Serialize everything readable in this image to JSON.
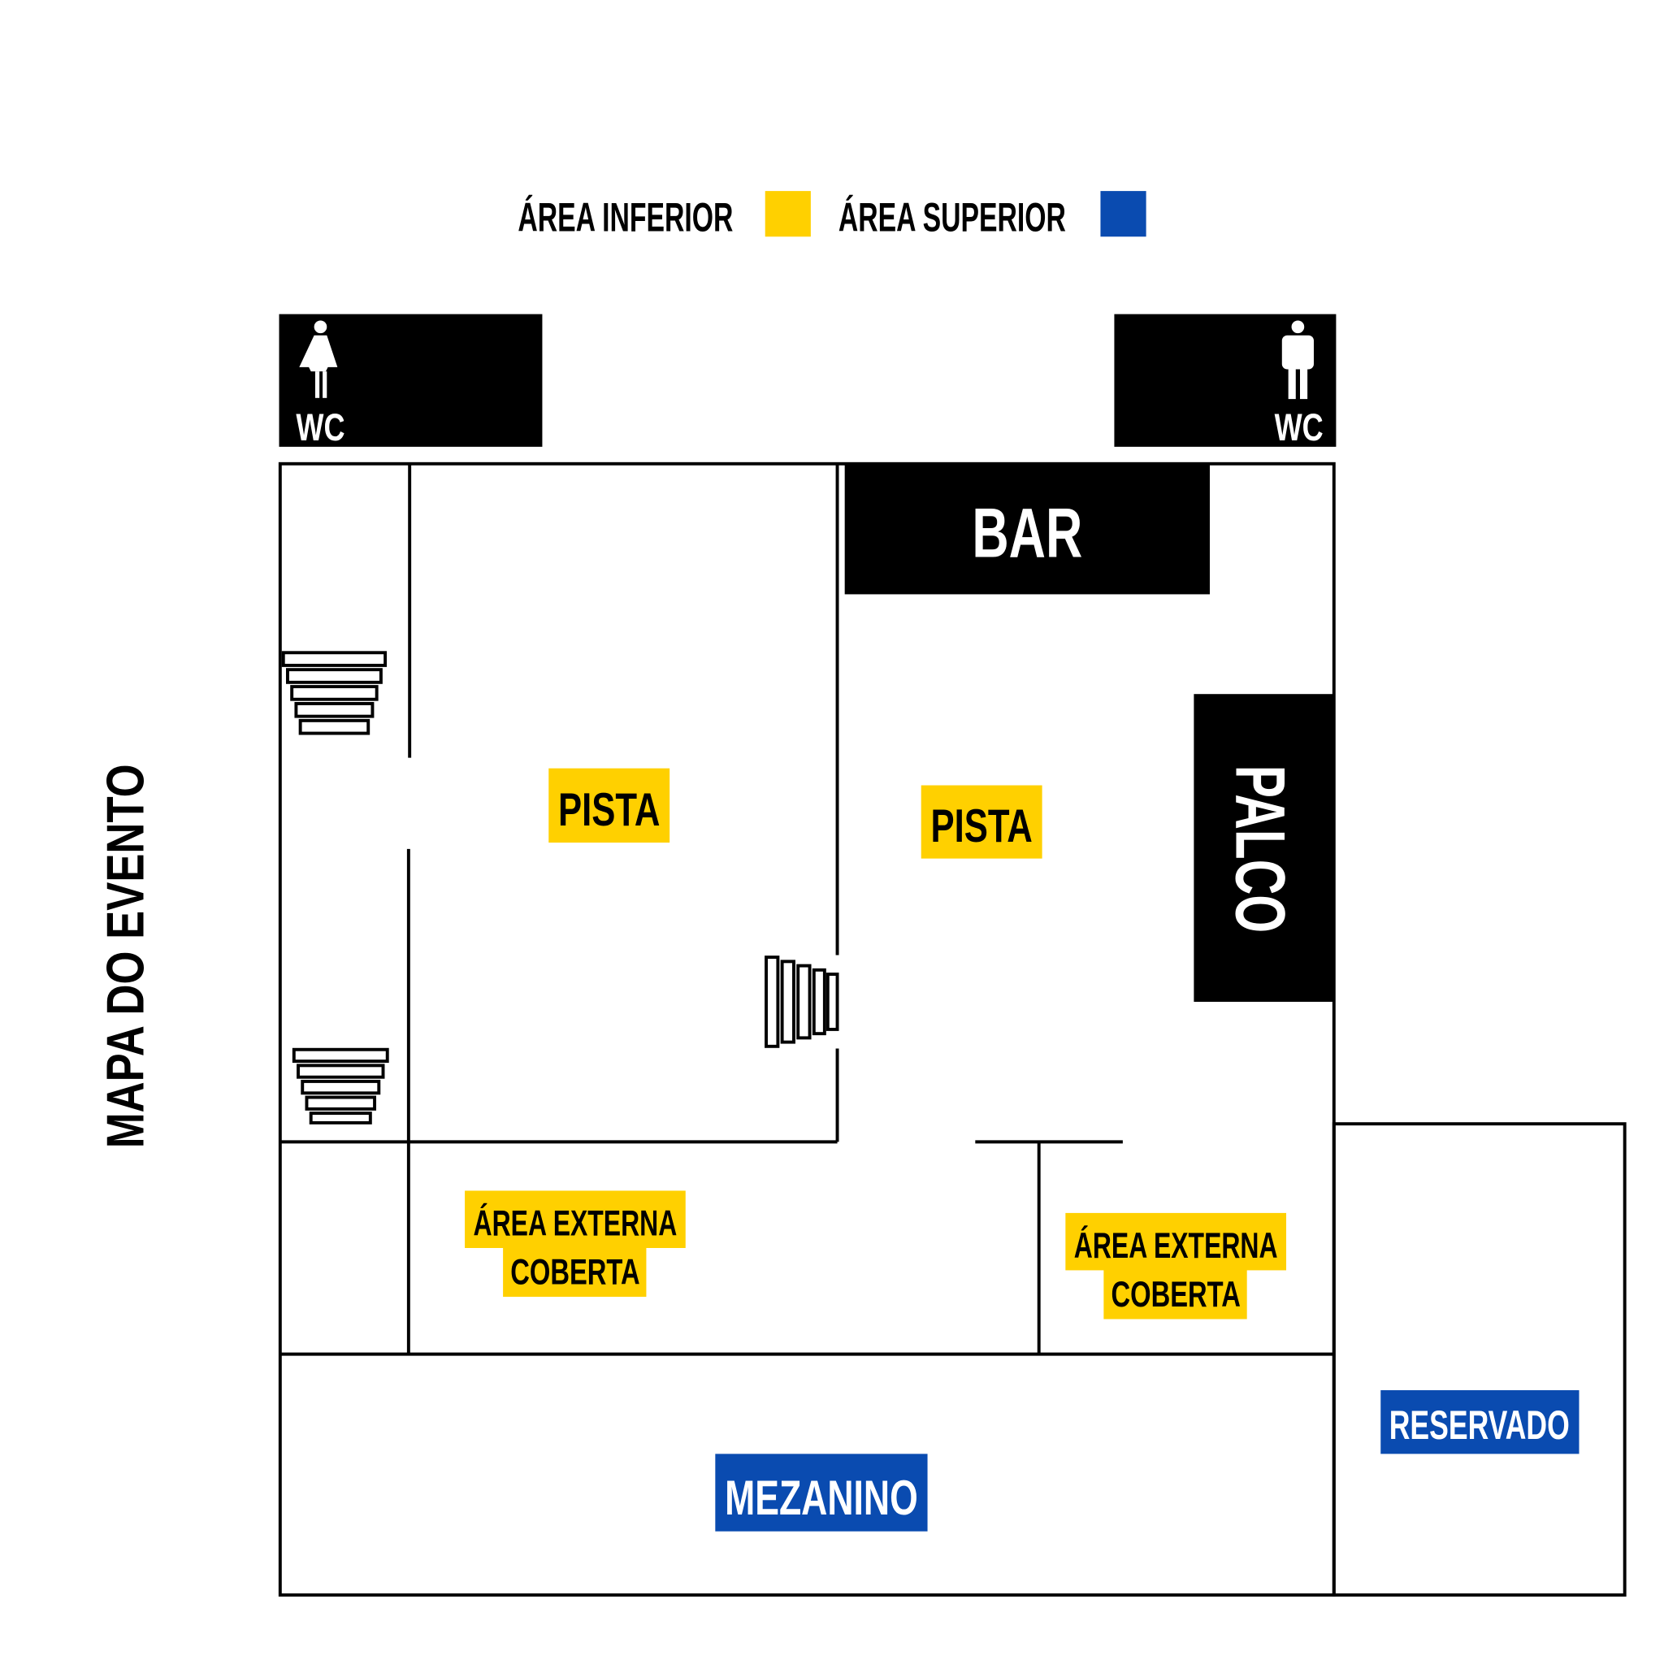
{
  "title": "MAPA DO EVENTO",
  "legend": [
    {
      "label": "ÁREA INFERIOR",
      "color": "#FFD000"
    },
    {
      "label": "ÁREA SUPERIOR",
      "color": "#0A4BB0"
    }
  ],
  "rooms": {
    "wc_female": "WC",
    "wc_male": "WC",
    "bar": "BAR",
    "palco": "PALCO",
    "pista_left": "PISTA",
    "pista_right": "PISTA",
    "externa_left_1": "ÁREA EXTERNA",
    "externa_left_2": "COBERTA",
    "externa_right_1": "ÁREA EXTERNA",
    "externa_right_2": "COBERTA",
    "mezanino": "MEZANINO",
    "reservado": "RESERVADO"
  },
  "icons": [
    "female-restroom-icon",
    "male-restroom-icon",
    "stairs-icon"
  ],
  "colors": {
    "yellow": "#FFD000",
    "blue": "#0A4BB0",
    "black": "#000000"
  }
}
